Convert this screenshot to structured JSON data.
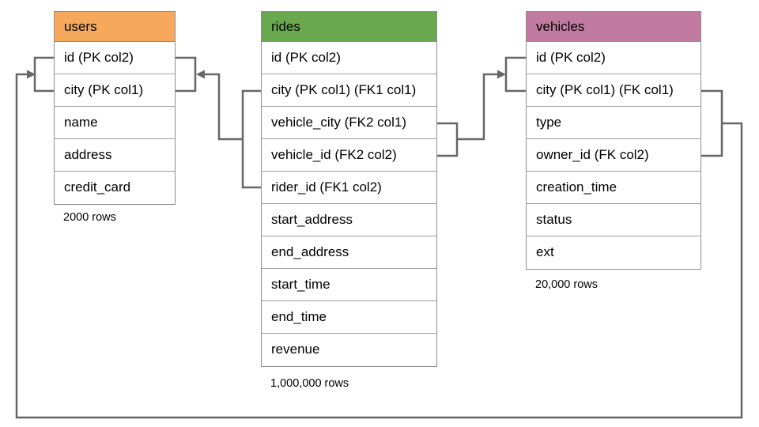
{
  "colors": {
    "connector": "#666666",
    "table_border": "#8f8f8f",
    "row_divider": "#9e9e9e",
    "users_header": "#F6A85C",
    "rides_header": "#6AA84F",
    "vehicles_header": "#C27BA0"
  },
  "tables": [
    {
      "name": "users",
      "header_color": "#F6A85C",
      "columns": [
        "id (PK col2)",
        "city (PK col1)",
        "name",
        "address",
        "credit_card"
      ],
      "row_count": "2000 rows"
    },
    {
      "name": "rides",
      "header_color": "#6AA84F",
      "columns": [
        "id (PK col2)",
        "city (PK col1) (FK1 col1)",
        "vehicle_city (FK2 col1)",
        "vehicle_id (FK2 col2)",
        "rider_id (FK1 col2)",
        "start_address",
        "end_address",
        "start_time",
        "end_time",
        "revenue"
      ],
      "row_count": "1,000,000 rows"
    },
    {
      "name": "vehicles",
      "header_color": "#C27BA0",
      "columns": [
        "id (PK col2)",
        "city (PK col1) (FK col1)",
        "type",
        "owner_id (FK col2)",
        "creation_time",
        "status",
        "ext"
      ],
      "row_count": "20,000 rows"
    }
  ],
  "relationships": [
    {
      "name": "FK1",
      "from": "rides (city, rider_id)",
      "to": "users (id, city)"
    },
    {
      "name": "FK2",
      "from": "rides (vehicle_city, vehicle_id)",
      "to": "vehicles (id, city)"
    },
    {
      "name": "FK",
      "from": "vehicles (city, owner_id)",
      "to": "users (id, city)"
    }
  ]
}
